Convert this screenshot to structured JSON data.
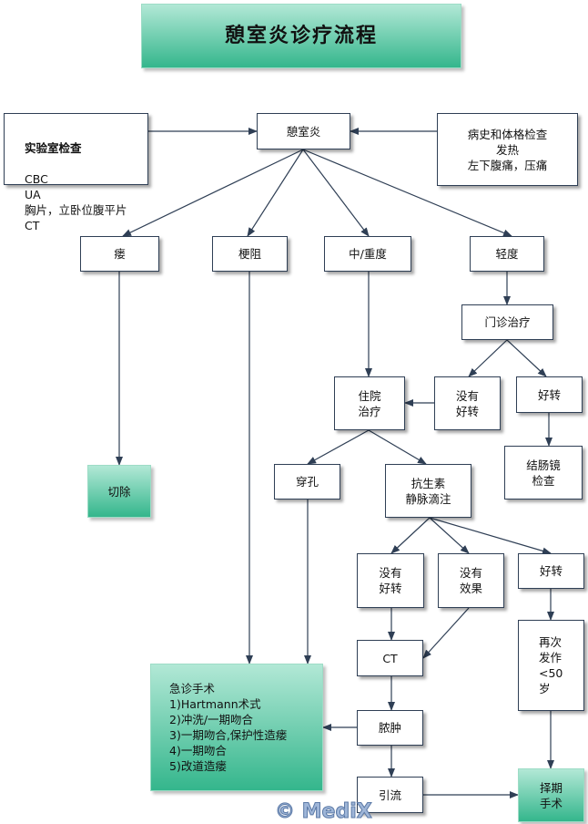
{
  "title": "憩室炎诊疗流程",
  "nodes": {
    "lab_title": "实验室检查",
    "lab_items": "CBC\nUA\n胸片，立卧位腹平片\nCT",
    "main": "憩室炎",
    "history": "病史和体格检查\n发热\n左下腹痛，压痛",
    "fistula": "瘘",
    "obstruction": "梗阻",
    "moderate_severe": "中/重度",
    "mild": "轻度",
    "outpatient": "门诊治疗",
    "inpatient": "住院\n治疗",
    "no_improve_1": "没有\n好转",
    "improve_1": "好转",
    "colonoscopy": "结肠镜\n检查",
    "resection": "切除",
    "perforation": "穿孔",
    "antibiotics": "抗生素\n静脉滴注",
    "no_improve_2": "没有\n好转",
    "no_effect": "没有\n效果",
    "improve_2": "好转",
    "ct": "CT",
    "recurrence": "再次\n发作\n<50\n岁",
    "emergency_surgery": "急诊手术\n1)Hartmann术式\n2)冲洗/一期吻合\n3)一期吻合,保护性造瘘\n4)一期吻合\n5)改道造瘘",
    "abscess": "脓肿",
    "drainage": "引流",
    "elective_surgery": "择期\n手术"
  },
  "watermark": "© MediX",
  "colors": {
    "line": "#2f3f55",
    "green_top": "#b2e8d6",
    "green_bottom": "#34b68c"
  }
}
